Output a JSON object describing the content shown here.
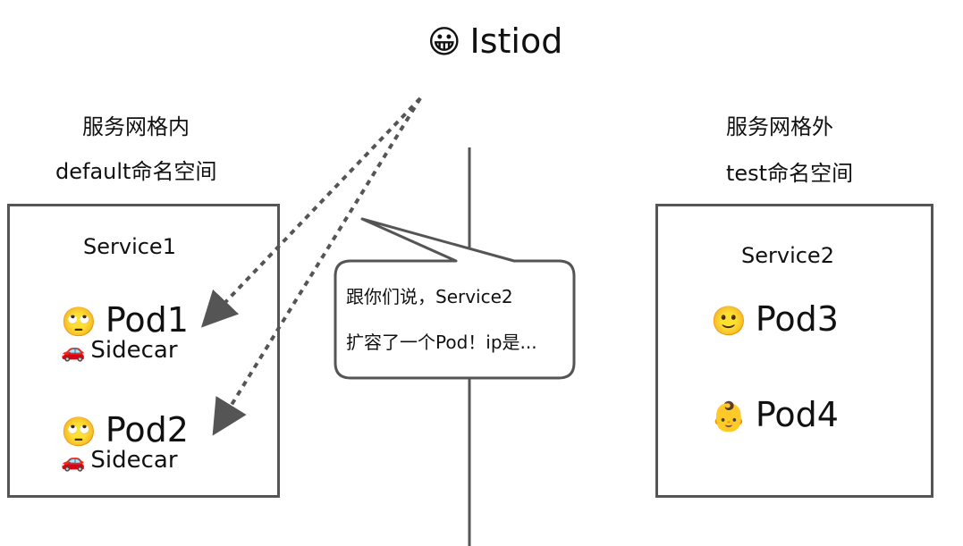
{
  "title": {
    "emoji": "😀",
    "text": "Istiod"
  },
  "inside_mesh": {
    "line1": "服务网格内",
    "line2": "default命名空间"
  },
  "outside_mesh": {
    "line1": "服务网格外",
    "line2": "test命名空间"
  },
  "service1": {
    "name": "Service1",
    "pods": [
      {
        "emoji": "🙄",
        "name": "Pod1",
        "sidecar_emoji": "🚗",
        "sidecar": "Sidecar"
      },
      {
        "emoji": "🙄",
        "name": "Pod2",
        "sidecar_emoji": "🚗",
        "sidecar": "Sidecar"
      }
    ]
  },
  "service2": {
    "name": "Service2",
    "pods": [
      {
        "emoji": "🙂",
        "name": "Pod3"
      },
      {
        "emoji": "👶",
        "name": "Pod4"
      }
    ]
  },
  "speech_bubble": {
    "line1": "跟你们说，Service2",
    "line2": "扩容了一个Pod！ip是..."
  }
}
